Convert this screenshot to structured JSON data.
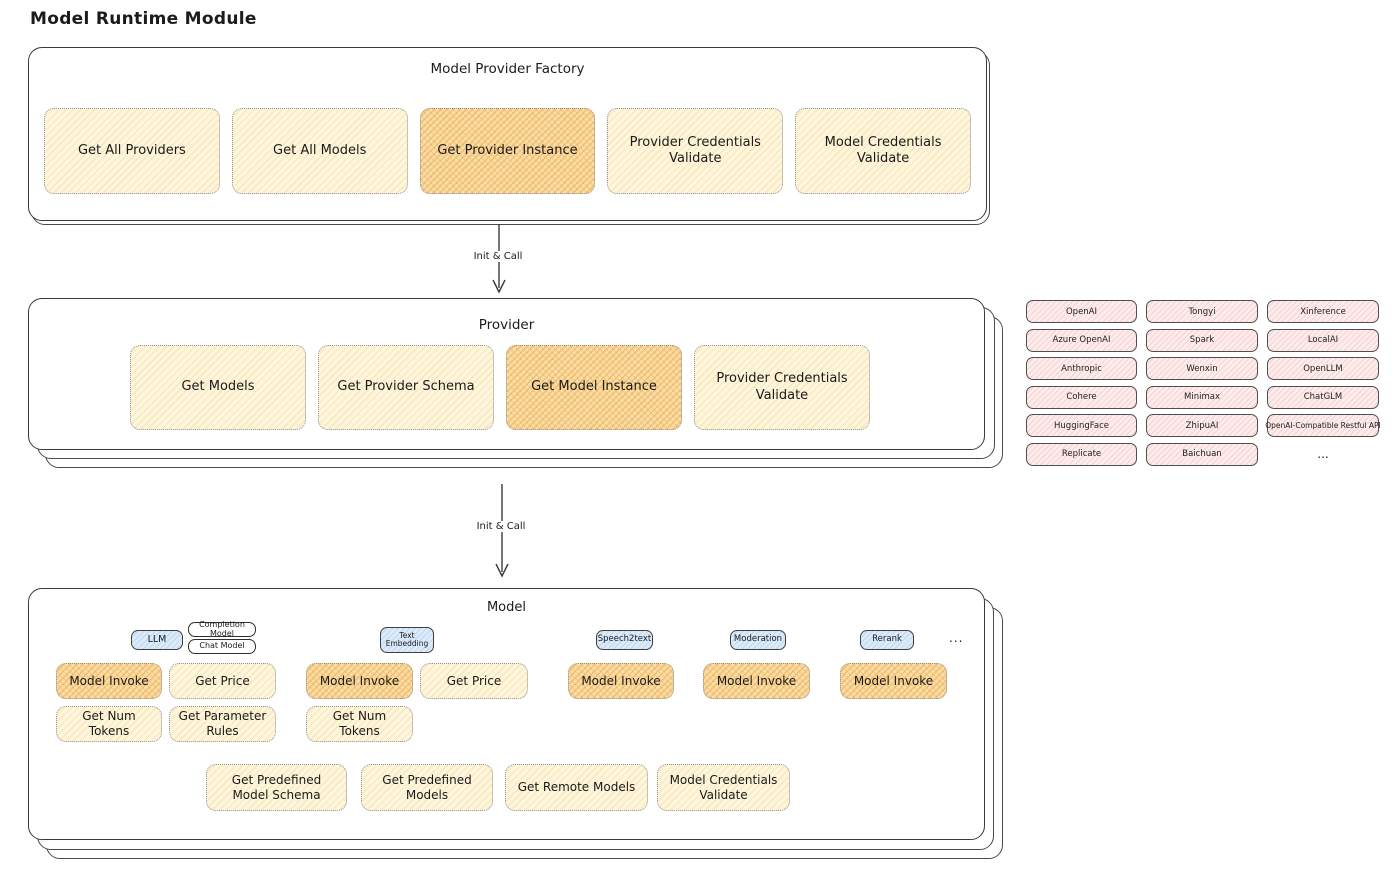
{
  "page": {
    "title": "Model Runtime Module"
  },
  "colors": {
    "stroke": "#3a3a3a",
    "node_fill": "#fdf5dc",
    "node_highlight": "#f9dda6",
    "provider_pill": "#fdecec",
    "type_chip": "#dcebfa"
  },
  "arrow1": {
    "label": "Init & Call"
  },
  "arrow2": {
    "label": "Init & Call"
  },
  "factory": {
    "title": "Model Provider Factory",
    "buttons": [
      {
        "label": "Get All Providers",
        "highlight": false
      },
      {
        "label": "Get All Models",
        "highlight": false
      },
      {
        "label": "Get Provider Instance",
        "highlight": true
      },
      {
        "label": "Provider Credentials Validate",
        "highlight": false
      },
      {
        "label": "Model Credentials Validate",
        "highlight": false
      }
    ]
  },
  "provider": {
    "title": "Provider",
    "buttons": [
      {
        "label": "Get Models",
        "highlight": false
      },
      {
        "label": "Get Provider Schema",
        "highlight": false
      },
      {
        "label": "Get Model Instance",
        "highlight": true
      },
      {
        "label": "Provider Credentials Validate",
        "highlight": false
      }
    ]
  },
  "providers_grid": {
    "items": [
      "OpenAI",
      "Tongyi",
      "Xinference",
      "Azure OpenAI",
      "Spark",
      "LocalAI",
      "Anthropic",
      "Wenxin",
      "OpenLLM",
      "Cohere",
      "Minimax",
      "ChatGLM",
      "HuggingFace",
      "ZhipuAI",
      "OpenAI-Compatible Restful API",
      "Replicate",
      "Baichuan"
    ],
    "more_label": "..."
  },
  "model": {
    "title": "Model",
    "more_label": "...",
    "types": {
      "llm": "LLM",
      "completion": "Completion Model",
      "chat": "Chat Model",
      "text_embedding": "Text Embedding",
      "speech2text": "Speech2text",
      "moderation": "Moderation",
      "rerank": "Rerank"
    },
    "ops": {
      "model_invoke": "Model Invoke",
      "get_price": "Get Price",
      "get_num_tokens": "Get Num Tokens",
      "get_parameter_rules": "Get Parameter Rules"
    },
    "shared": [
      {
        "label": "Get Predefined Model Schema"
      },
      {
        "label": "Get Predefined Models"
      },
      {
        "label": "Get Remote Models"
      },
      {
        "label": "Model Credentials Validate"
      }
    ]
  }
}
